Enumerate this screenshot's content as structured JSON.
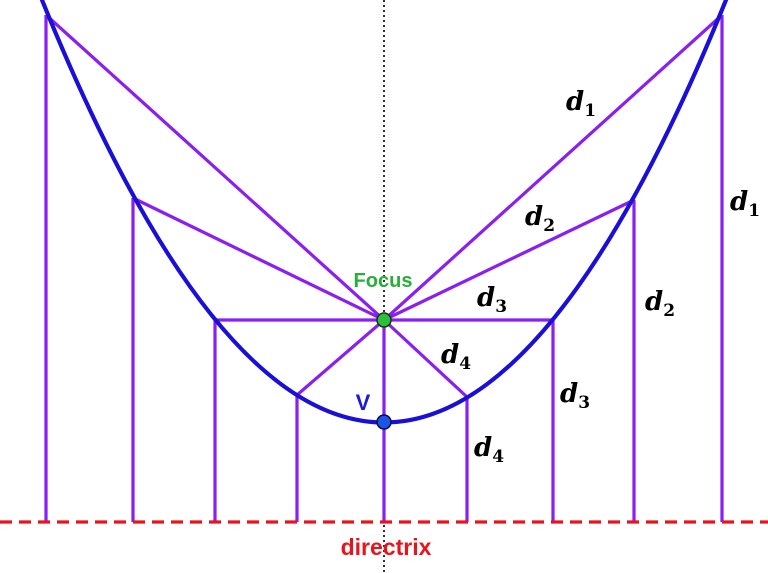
{
  "labels": {
    "focus": "Focus",
    "vertex": "V",
    "directrix": "directrix",
    "d_letter": "d",
    "subscripts": [
      "1",
      "2",
      "3",
      "4"
    ]
  },
  "colors": {
    "parabola": "#1a0fd6",
    "segments": "#8a1ff0",
    "directrix": "#e8141b",
    "focus_point": "#2fbd3c",
    "vertex_point": "#1a55e6",
    "axis": "#000000",
    "focus_label": "#26b03a",
    "vertex_label": "#1a1adb",
    "directrix_label": "#e8141b"
  }
}
